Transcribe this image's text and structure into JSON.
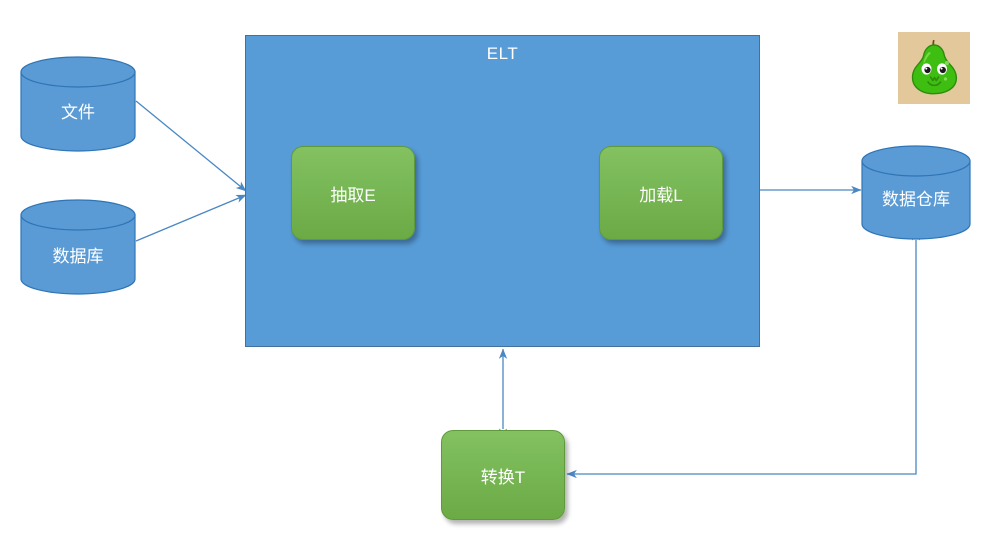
{
  "diagram": {
    "title": "ELT",
    "background_color": "#ffffff",
    "accent_blue": "#579BD7",
    "accent_blue_border": "#41719C",
    "accent_green": "#79B856",
    "accent_green_border": "#5E9A3C",
    "arrow_color": "#4A87C4",
    "text_color": "#ffffff",
    "sources": [
      {
        "id": "file",
        "label": "文件",
        "shape": "cylinder"
      },
      {
        "id": "database",
        "label": "数据库",
        "shape": "cylinder"
      }
    ],
    "container": {
      "label": "ELT",
      "shape": "rectangle",
      "children": [
        {
          "id": "extract",
          "label": "抽取E",
          "shape": "rounded-rectangle"
        },
        {
          "id": "load",
          "label": "加载L",
          "shape": "rounded-rectangle"
        }
      ]
    },
    "transform": {
      "id": "transform",
      "label": "转换T",
      "shape": "rounded-rectangle"
    },
    "target": {
      "id": "warehouse",
      "label": "数据仓库",
      "shape": "cylinder"
    },
    "avatar": {
      "id": "pear-mascot",
      "label": "",
      "icon": "pear-face-icon",
      "background_color": "#E3C89B",
      "body_color": "#4FC21A"
    },
    "edges": [
      {
        "from": "file",
        "to": "container",
        "style": "solid",
        "arrow": "end"
      },
      {
        "from": "database",
        "to": "container",
        "style": "solid",
        "arrow": "end"
      },
      {
        "from": "load",
        "to": "warehouse",
        "style": "solid",
        "arrow": "end"
      },
      {
        "from": "container",
        "to": "transform",
        "style": "solid",
        "arrow": "both"
      },
      {
        "from": "warehouse",
        "to": "transform",
        "style": "solid",
        "arrow": "both-elbow"
      }
    ]
  }
}
